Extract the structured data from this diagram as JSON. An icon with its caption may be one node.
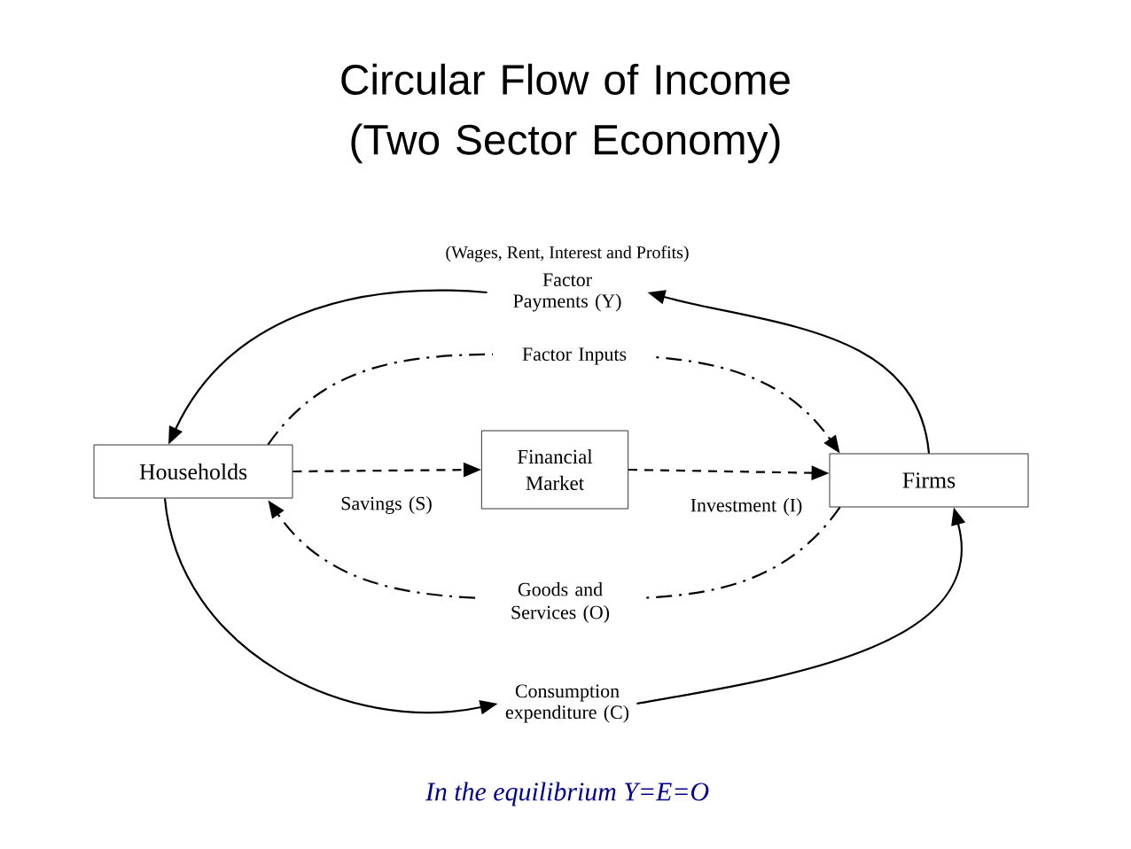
{
  "diagram": {
    "title": "Circular Flow of Income (Two Sector Economy)",
    "caption": "In the equilibrium Y=E=O",
    "nodes": [
      {
        "text": [
          "Households"
        ]
      },
      {
        "text": [
          "Financial Market"
        ]
      },
      {
        "text": [
          "Firms"
        ]
      },
      {
        "text": [
          "(Wages, Rent, Interest and Profits)",
          "Factor Payments (Y)"
        ]
      },
      {
        "text": [
          "Consumption expenditure (C)"
        ]
      }
    ],
    "edges": [
      {
        "from": 2,
        "to": 3,
        "arrow": "to"
      },
      {
        "from": 3,
        "to": 0,
        "arrow": "to"
      },
      {
        "from": 0,
        "to": 4,
        "arrow": "to"
      },
      {
        "from": 4,
        "to": 2,
        "arrow": "to"
      },
      {
        "from": 0,
        "to": 1,
        "arrow": "to",
        "style": "dashed",
        "label": "Savings (S)"
      },
      {
        "from": 1,
        "to": 2,
        "arrow": "to",
        "style": "dashed",
        "label": "Investment (I)"
      },
      {
        "from": 0,
        "to": 2,
        "arrow": "to",
        "style": "dashed",
        "label": "Factor Inputs"
      },
      {
        "from": 2,
        "to": 0,
        "arrow": "to",
        "style": "dashed",
        "label": "Goods and Services (O)"
      }
    ]
  }
}
